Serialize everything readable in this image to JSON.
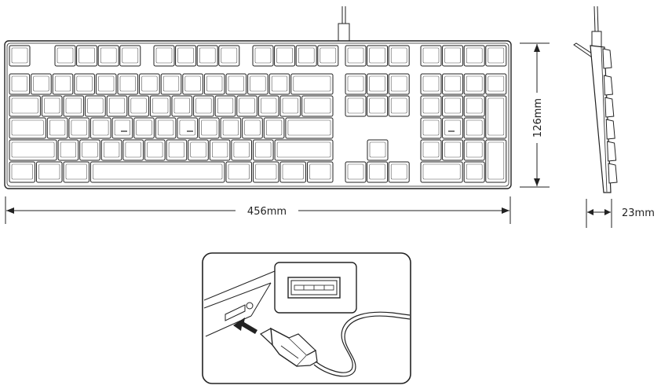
{
  "diagram": {
    "dimensions": {
      "width_label": "456mm",
      "height_label": "126mm",
      "depth_label": "23mm"
    },
    "colors": {
      "line": "#222222",
      "background": "#ffffff"
    },
    "figures": [
      {
        "name": "keyboard-top-view",
        "description_icon": "keyboard-icon"
      },
      {
        "name": "keyboard-side-view",
        "description_icon": "keyboard-side-icon"
      },
      {
        "name": "usb-connection-inset",
        "description_icon": "usb-plug-icon"
      }
    ]
  }
}
